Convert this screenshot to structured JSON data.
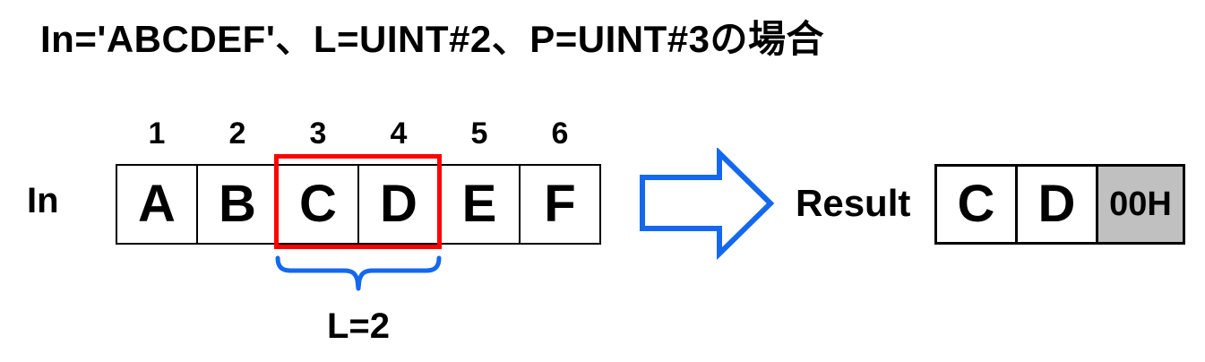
{
  "title": "In='ABCDEF'、L=UINT#2、P=UINT#3の場合",
  "colors": {
    "highlight_red": "#ff0000",
    "shape_blue": "#1468ee",
    "padding_cell_gray": "#c0c0c0"
  },
  "input": {
    "label": "In",
    "indices": [
      "1",
      "2",
      "3",
      "4",
      "5",
      "6"
    ],
    "cells": [
      "A",
      "B",
      "C",
      "D",
      "E",
      "F"
    ],
    "highlighted_cells": [
      "C",
      "D"
    ],
    "brace_label": "L=2"
  },
  "result": {
    "label": "Result",
    "cells": [
      "C",
      "D",
      "00H"
    ],
    "padding_cell": "00H"
  }
}
